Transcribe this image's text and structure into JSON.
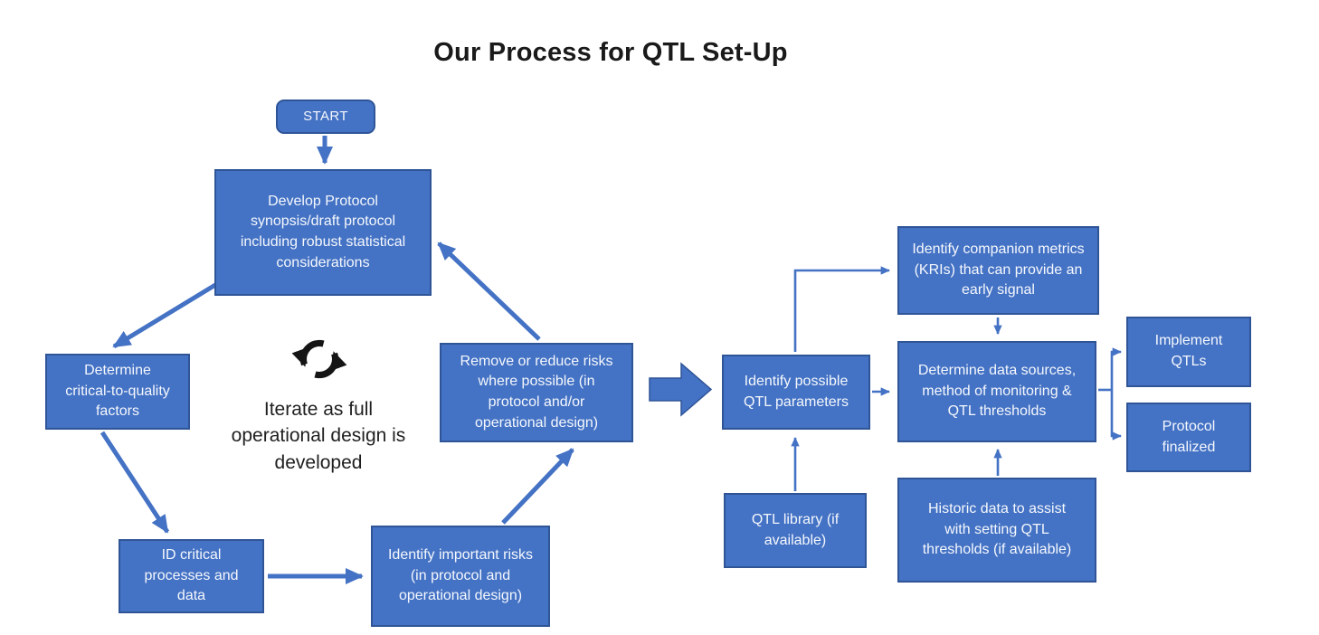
{
  "title": "Our Process for QTL Set-Up",
  "colors": {
    "box_fill": "#4472C4",
    "box_border": "#2F5597",
    "connector": "#4472C4",
    "box_text": "#FFFFFF",
    "title_text": "#1A1A1A",
    "iterate_icon": "#151515"
  },
  "cycle": {
    "start": "START",
    "develop_protocol": "Develop Protocol synopsis/draft protocol including robust statistical considerations",
    "determine_ctq": "Determine critical-to-quality factors",
    "id_critical": "ID critical processes and data",
    "identify_risks": "Identify important risks (in protocol and operational design)",
    "remove_risks": "Remove or reduce risks where possible (in protocol and/or operational design)",
    "iterate_note": "Iterate as full operational design is developed"
  },
  "qtl_setup": {
    "identify_parameters": "Identify possible QTL parameters",
    "companion_metrics": "Identify companion metrics (KRIs) that can provide an early signal",
    "data_sources": "Determine data sources, method of monitoring & QTL thresholds",
    "qtl_library": "QTL library (if available)",
    "historic_data": "Historic data to assist with setting QTL thresholds (if available)",
    "implement_qtls": "Implement QTLs",
    "protocol_finalized": "Protocol finalized"
  }
}
